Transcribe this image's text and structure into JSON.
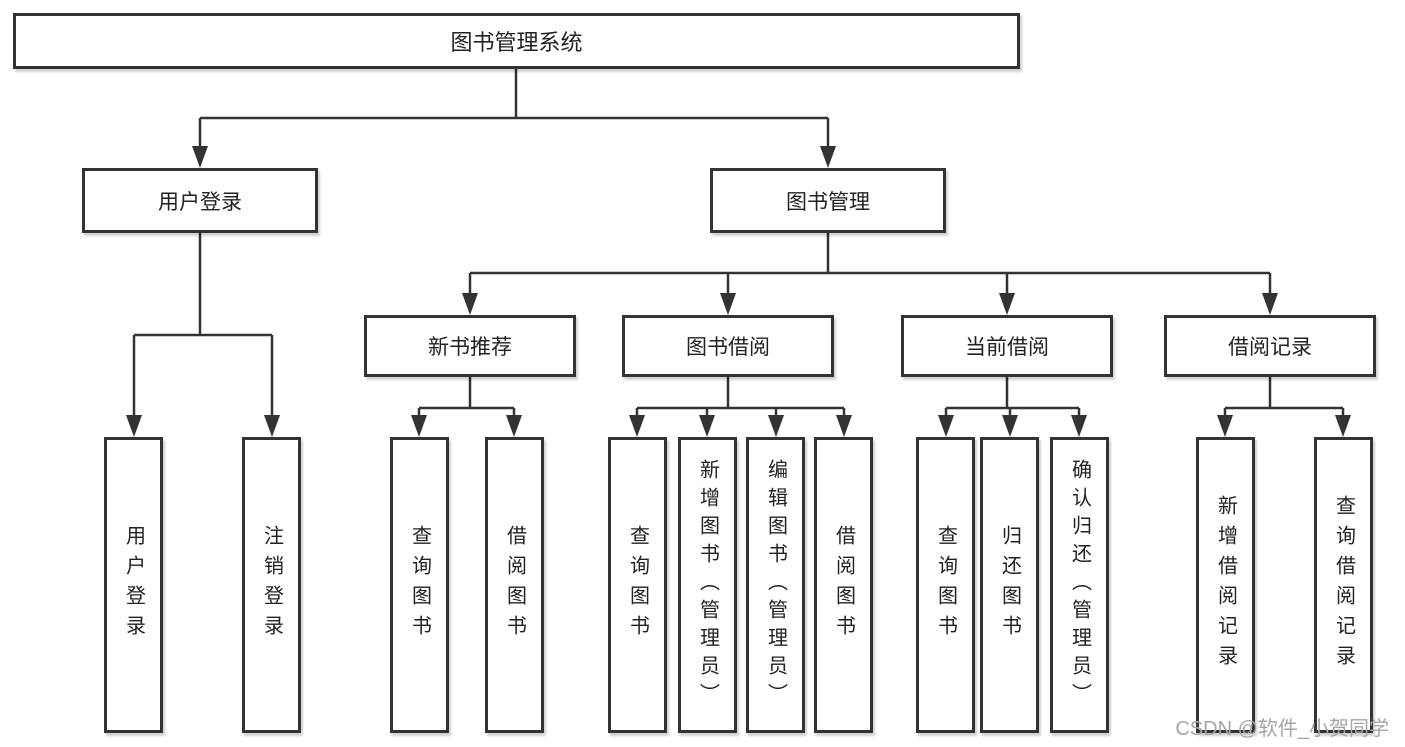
{
  "diagram": {
    "root": {
      "label": "图书管理系统"
    },
    "branches": {
      "user_login": {
        "label": "用户登录"
      },
      "book_management": {
        "label": "图书管理"
      }
    },
    "modules": {
      "new_book_recommend": {
        "label": "新书推荐"
      },
      "book_borrow": {
        "label": "图书借阅"
      },
      "current_borrow": {
        "label": "当前借阅"
      },
      "borrow_records": {
        "label": "借阅记录"
      }
    },
    "leaves": {
      "user_login": [
        "用户登录",
        "注销登录"
      ],
      "new_book_recommend": [
        "查询图书",
        "借阅图书"
      ],
      "book_borrow": [
        "查询图书",
        "新增图书（管理员）",
        "编辑图书（管理员）",
        "借阅图书"
      ],
      "current_borrow": [
        "查询图书",
        "归还图书",
        "确认归还（管理员）"
      ],
      "borrow_records": [
        "新增借阅记录",
        "查询借阅记录"
      ]
    }
  },
  "watermark": "CSDN @软件_小贺同学",
  "colors": {
    "line": "#333333",
    "box_border": "#333333",
    "text": "#222222",
    "watermark": "#a6a6a6",
    "background": "#ffffff"
  }
}
